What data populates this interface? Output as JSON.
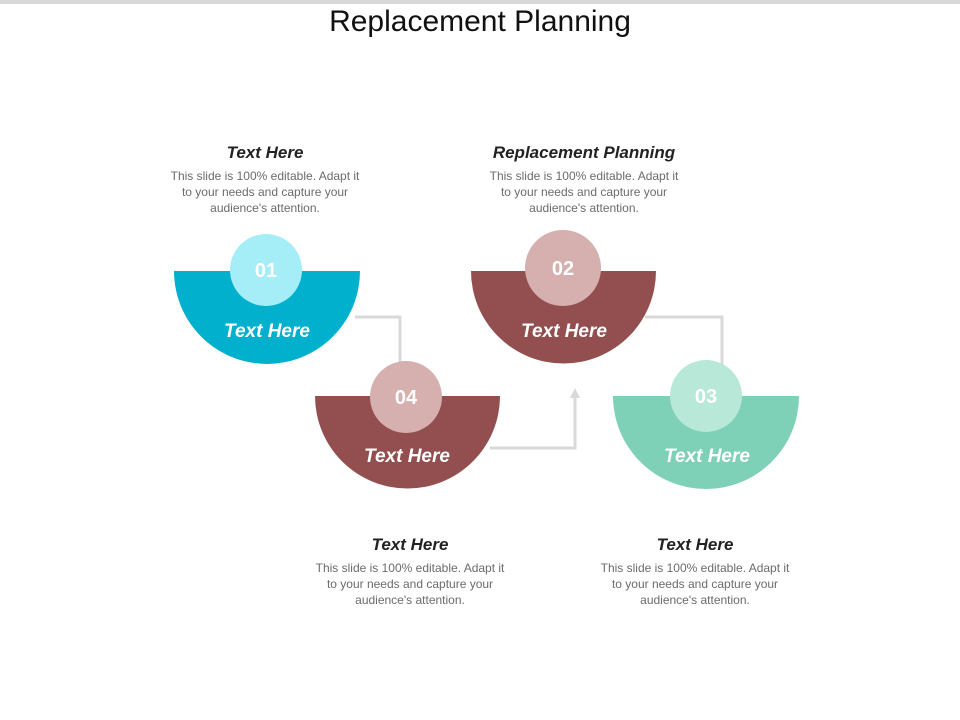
{
  "title": "Replacement Planning",
  "colors": {
    "teal": "#00b0cc",
    "teal_light": "#a5eef8",
    "brown": "#934f4f",
    "brown_light": "#d6afaf",
    "green": "#7ed1b6",
    "green_light": "#b8e8d8",
    "connector": "#d9d9d9"
  },
  "blocks": [
    {
      "heading": "Text Here",
      "body_lines": [
        "This slide is 100% editable. Adapt it",
        "to your needs and capture your",
        "audience's attention."
      ]
    },
    {
      "heading": "Replacement Planning",
      "body_lines": [
        "This slide is 100% editable. Adapt it",
        "to your needs and capture your",
        "audience's attention."
      ]
    },
    {
      "heading": "Text Here",
      "body_lines": [
        "This slide is 100% editable. Adapt it",
        "to your needs and capture your",
        "audience's attention."
      ]
    },
    {
      "heading": "Text Here",
      "body_lines": [
        "This slide is 100% editable. Adapt it",
        "to your needs and capture your",
        "audience's attention."
      ]
    }
  ],
  "stages": [
    {
      "number": "01",
      "label": "Text Here"
    },
    {
      "number": "02",
      "label": "Text Here"
    },
    {
      "number": "03",
      "label": "Text Here"
    },
    {
      "number": "04",
      "label": "Text Here"
    }
  ]
}
